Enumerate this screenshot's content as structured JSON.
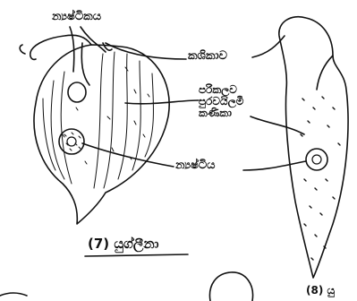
{
  "figure": {
    "labels": {
      "nucleolus_top": "න්‍යෂ්ටිකය",
      "flagellum": "කශිකාව",
      "pellicle_lines": [
        "පරිකලව",
        "පුරවයිලමී",
        "කණිකා"
      ],
      "nucleus": "න්‍යෂ්ටිය",
      "left_caption": "(7) යුග්ලීනා",
      "right_caption": "(8) යු"
    },
    "colors": {
      "ink": "#111111",
      "paper": "#ffffff"
    }
  }
}
